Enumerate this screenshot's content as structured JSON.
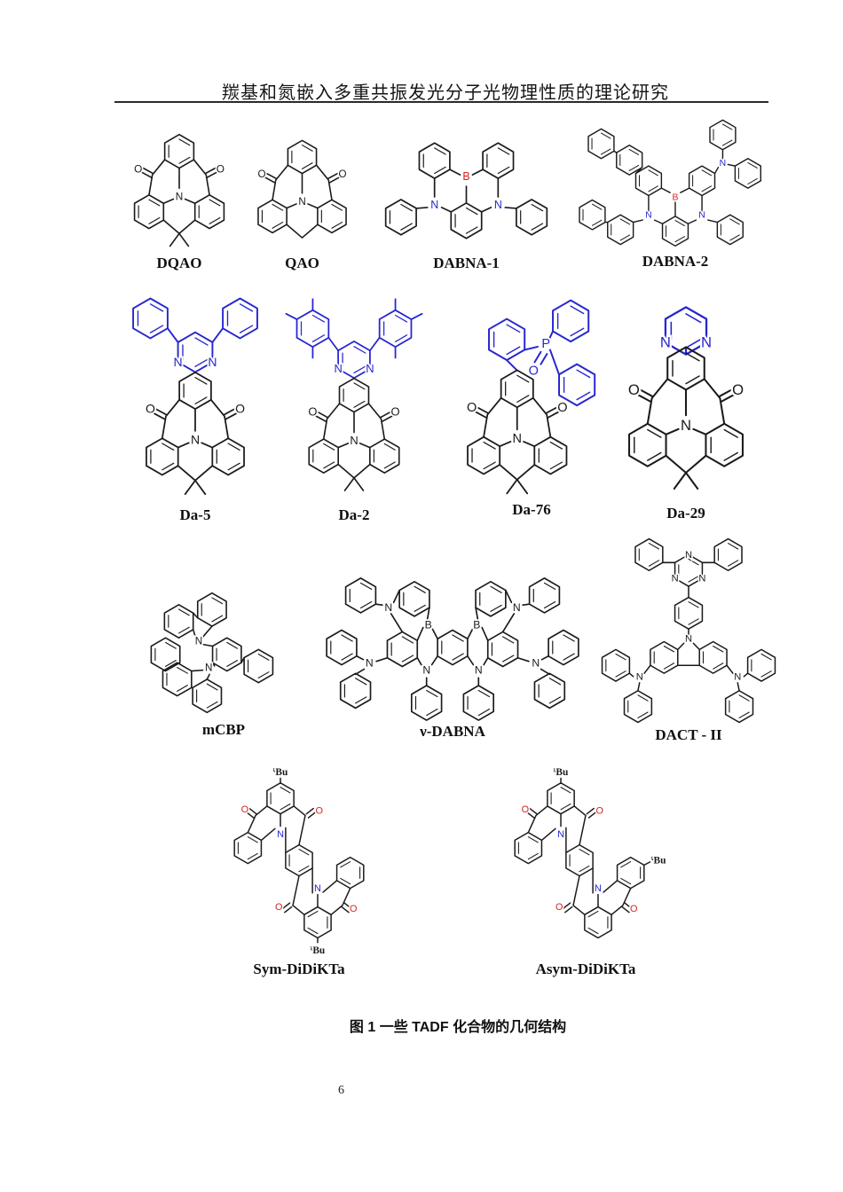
{
  "page": {
    "header_title": "羰基和氮嵌入多重共振发光分子光物理性质的理论研究",
    "caption": "图 1  一些 TADF 化合物的几何结构",
    "page_number": "6"
  },
  "colors": {
    "ink": "#1a1a1a",
    "heteroatom_blue": "#2626cf",
    "carbonyl_red": "#da2020"
  },
  "atoms": {
    "N": "N",
    "O": "O",
    "B": "B",
    "P": "P",
    "t": "t",
    "Bu": "Bu"
  },
  "molecules": {
    "dqao": {
      "name": "DQAO"
    },
    "qao": {
      "name": "QAO"
    },
    "dabna1": {
      "name": "DABNA-1"
    },
    "dabna2": {
      "name": "DABNA-2"
    },
    "da5": {
      "name": "Da-5"
    },
    "da2": {
      "name": "Da-2"
    },
    "da76": {
      "name": "Da-76"
    },
    "da29": {
      "name": "Da-29"
    },
    "mcbp": {
      "name": "mCBP"
    },
    "vdabna": {
      "name": "ν-DABNA"
    },
    "dact2": {
      "name": "DACT - II"
    },
    "sym": {
      "name": "Sym-DiDiKTa"
    },
    "asym": {
      "name": "Asym-DiDiKTa"
    }
  }
}
